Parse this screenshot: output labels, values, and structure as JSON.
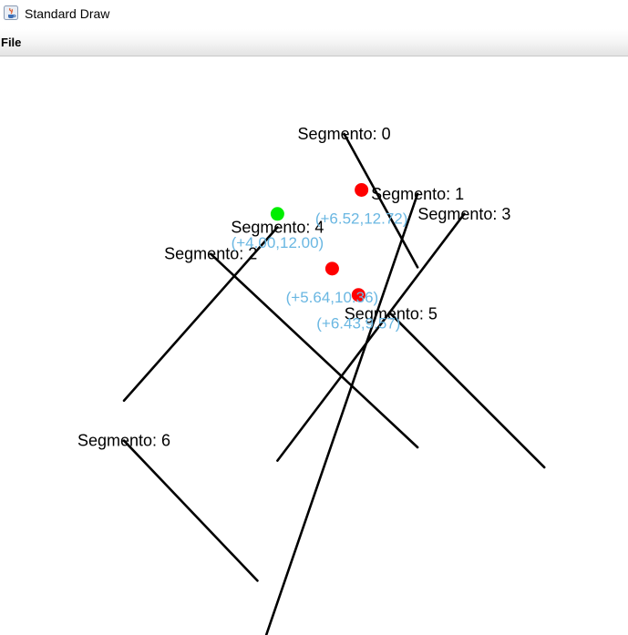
{
  "window": {
    "title": "Standard Draw",
    "icon": "java-icon"
  },
  "menu": {
    "items": [
      {
        "label": "File"
      }
    ]
  },
  "colors": {
    "segment": "#000000",
    "intersection": "#ff0000",
    "highlight": "#00ee00",
    "coordinate_label": "#6ab7e2",
    "segment_label": "#000000"
  },
  "segments": [
    {
      "name": "Segmento: 0",
      "start": [
        6.0,
        14.4
      ],
      "end": [
        8.2,
        10.4
      ]
    },
    {
      "name": "Segmento: 1",
      "start": [
        8.2,
        12.6
      ],
      "end": [
        3.4,
        -1.4
      ]
    },
    {
      "name": "Segmento: 2",
      "start": [
        2.0,
        10.8
      ],
      "end": [
        8.2,
        5.0
      ]
    },
    {
      "name": "Segmento: 3",
      "start": [
        9.6,
        12.0
      ],
      "end": [
        4.0,
        4.6
      ]
    },
    {
      "name": "Segmento: 4",
      "start": [
        4.0,
        11.6
      ],
      "end": [
        -0.6,
        6.4
      ]
    },
    {
      "name": "Segmento: 5",
      "start": [
        7.4,
        9.0
      ],
      "end": [
        12.0,
        4.4
      ]
    },
    {
      "name": "Segmento: 6",
      "start": [
        -0.6,
        5.2
      ],
      "end": [
        3.4,
        1.0
      ]
    }
  ],
  "intersections": [
    {
      "x": 6.52,
      "y": 12.72,
      "label": "(+6.52,12.72)",
      "kind": "intersection"
    },
    {
      "x": 4.0,
      "y": 12.0,
      "label": "(+4.00,12.00)",
      "kind": "highlight"
    },
    {
      "x": 5.64,
      "y": 10.36,
      "label": "(+5.64,10.36)",
      "kind": "intersection"
    },
    {
      "x": 6.43,
      "y": 9.57,
      "label": "(+6.43,9.57)",
      "kind": "intersection"
    }
  ]
}
